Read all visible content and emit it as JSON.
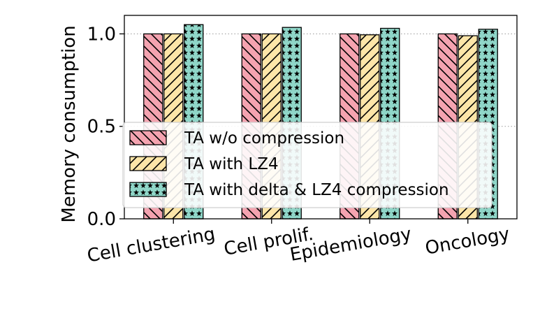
{
  "chart_data": {
    "type": "bar",
    "categories": [
      "Cell clustering",
      "Cell prolif.",
      "Epidemiology",
      "Oncology"
    ],
    "series": [
      {
        "name": "TA w/o compression",
        "values": [
          1.0,
          1.0,
          1.0,
          1.0
        ],
        "color": "#f4a3b0",
        "pattern": "backslash-hatch"
      },
      {
        "name": "TA with LZ4",
        "values": [
          1.0,
          1.0,
          0.995,
          0.99
        ],
        "color": "#fde5a8",
        "pattern": "slash-hatch"
      },
      {
        "name": "TA with delta & LZ4 compression",
        "values": [
          1.05,
          1.035,
          1.03,
          1.025
        ],
        "color": "#8fd6c8",
        "pattern": "star"
      }
    ],
    "ylabel": "Memory consumption",
    "ylim": [
      0,
      1.1
    ],
    "yticks": [
      0.0,
      0.5,
      1.0
    ],
    "ytick_labels": [
      "0.0",
      "0.5",
      "1.0"
    ],
    "grid": "horizontal-dotted",
    "legend": "center-left"
  }
}
